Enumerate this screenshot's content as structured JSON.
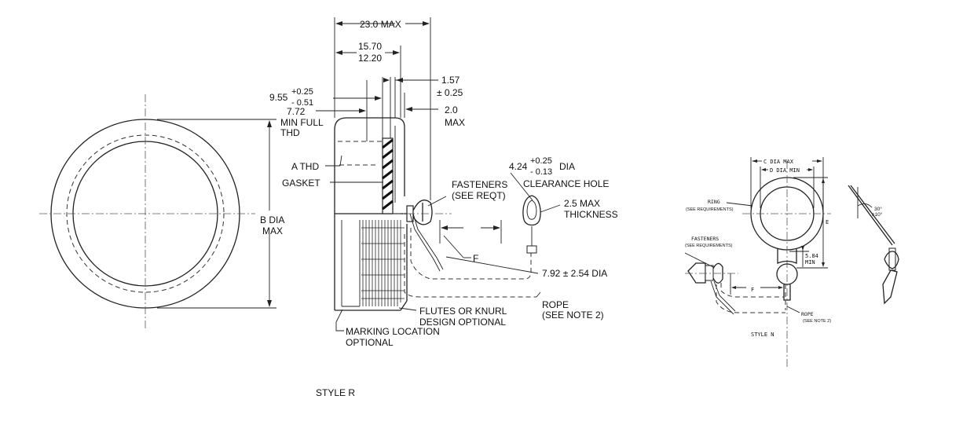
{
  "style_r": {
    "caption": "STYLE R",
    "dims": {
      "overall_width": "23.0 MAX",
      "width_upper": "15.70",
      "width_lower": "12.20",
      "thread_length_value": "9.55",
      "thread_length_tol_plus": "+0.25",
      "thread_length_tol_minus": "- 0.51",
      "min_full_thd_value": "7.72",
      "min_full_thd_l1": "MIN FULL",
      "min_full_thd_l2": "THD",
      "flange_value": "1.57",
      "flange_tol": "± 0.25",
      "max_2_value": "2.0",
      "max_2_label": "MAX",
      "hole_value": "4.24",
      "hole_tol_plus": "+0.25",
      "hole_tol_minus": "- 0.13",
      "hole_dia": "DIA",
      "clearance_hole": "CLEARANCE HOLE",
      "thickness_l1": "2.5 MAX",
      "thickness_l2": "THICKNESS",
      "rope_dia": "7.92 ± 2.54 DIA",
      "b_dia_l1": "B DIA",
      "b_dia_l2": "MAX"
    },
    "labels": {
      "a_thd": "A THD",
      "gasket": "GASKET",
      "fasteners_l1": "FASTENERS",
      "fasteners_l2": "(SEE REQT)",
      "f": "F",
      "flutes_l1": "FLUTES OR KNURL",
      "flutes_l2": "DESIGN OPTIONAL",
      "rope_l1": "ROPE",
      "rope_l2": "(SEE NOTE 2)",
      "marking_l1": "MARKING LOCATION",
      "marking_l2": "OPTIONAL"
    }
  },
  "style_n": {
    "caption": "STYLE N",
    "c_dia": "C DIA MAX",
    "d_dia": "D DIA MIN",
    "ring_l1": "RING",
    "ring_l2": "(SEE REQUIREMENTS)",
    "fasteners_l1": "FASTENERS",
    "fasteners_l2": "(SEE REQUIREMENTS)",
    "e": "E",
    "min_value": "5.84",
    "min_label": "MIN",
    "f": "F",
    "rope_l1": "ROPE",
    "rope_l2": "(SEE NOTE 2)",
    "angle_value": "30°",
    "angle_tol": "±10°"
  }
}
